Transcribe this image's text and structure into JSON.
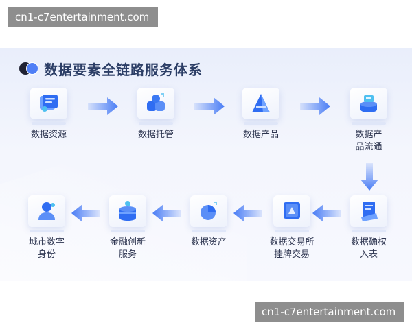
{
  "watermark": {
    "top_text": "cn1-c7entertainment.com",
    "bottom_text": "cn1-c7entertainment.com"
  },
  "diagram": {
    "title": "数据要素全链路服务体系",
    "nodes": [
      {
        "id": "n1",
        "label": "数据资源",
        "icon": "data-resource-icon"
      },
      {
        "id": "n2",
        "label": "数据托管",
        "icon": "data-hosting-icon"
      },
      {
        "id": "n3",
        "label": "数据产品",
        "icon": "data-product-icon"
      },
      {
        "id": "n4",
        "label": "数据产\n品流通",
        "icon": "product-circulation-icon"
      },
      {
        "id": "n5",
        "label": "数据确权\n入表",
        "icon": "ownership-recording-icon"
      },
      {
        "id": "n6",
        "label": "数据交易所\n挂牌交易",
        "icon": "exchange-listing-icon"
      },
      {
        "id": "n7",
        "label": "数据资产",
        "icon": "data-asset-icon"
      },
      {
        "id": "n8",
        "label": "金融创新\n服务",
        "icon": "financial-innovation-icon"
      },
      {
        "id": "n9",
        "label": "城市数字\n身份",
        "icon": "city-digital-identity-icon"
      }
    ],
    "edges": [
      {
        "from": "n1",
        "to": "n2"
      },
      {
        "from": "n2",
        "to": "n3"
      },
      {
        "from": "n3",
        "to": "n4"
      },
      {
        "from": "n4",
        "to": "n5"
      },
      {
        "from": "n5",
        "to": "n6"
      },
      {
        "from": "n6",
        "to": "n7"
      },
      {
        "from": "n7",
        "to": "n8"
      },
      {
        "from": "n8",
        "to": "n9"
      }
    ]
  },
  "colors": {
    "accent": "#4f7ff6",
    "title": "#2c3e66",
    "label": "#2d3550",
    "arrow": "#4a7df5"
  }
}
